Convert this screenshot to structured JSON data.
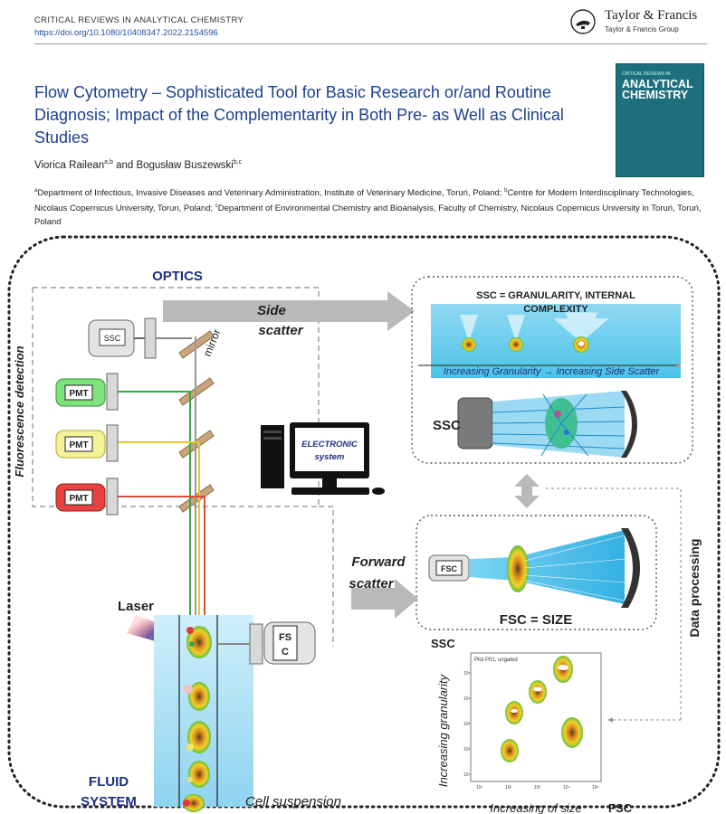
{
  "header": {
    "journal": "CRITICAL REVIEWS IN ANALYTICAL CHEMISTRY",
    "doi": "https://doi.org/10.1080/10408347.2022.2154596",
    "publisher": "Taylor & Francis",
    "publisher_group": "Taylor & Francis Group",
    "logo_icon": "taylor-francis-lamp-icon"
  },
  "paper": {
    "title": "Flow Cytometry – Sophisticated Tool for Basic Research or/and Routine Diagnosis; Impact of the Complementarity in Both Pre- as Well as Clinical Studies",
    "authors_text": "Viorica Railean",
    "author1_sup": "a,b",
    "authors_and": " and Bogusław Buszewski",
    "author2_sup": "b,c",
    "affiliation_a": "Department of Infectious, Invasive Diseases and Veterinary Administration, Institute of Veterinary Medicine, Toruń, Poland; ",
    "affiliation_b": "Centre for Modern Interdisciplinary Technologies, Nicolaus Copernicus University, Torun, Poland; ",
    "affiliation_c": "Department of Environmental Chemistry and Bioanalysis, Faculty of Chemistry, Nicolaus Copernicus University in Toruń, Toruń, Poland",
    "sup_a": "a",
    "sup_b": "b",
    "sup_c": "c"
  },
  "cover": {
    "top": "CRITICAL REVIEWS IN",
    "main_line1": "ANALYTICAL",
    "main_line2": "CHEMISTRY"
  },
  "figure": {
    "optics": "OPTICS",
    "side_scatter_1": "Side",
    "side_scatter_2": "scatter",
    "mirror": "mirror",
    "fluorescence_detection": "Fluorescence detection",
    "ssc_box": "SSC",
    "pmt1": "PMT",
    "pmt2": "PMT",
    "pmt3": "PMT",
    "electronic_1": "ELECTRONIC",
    "electronic_2": "system",
    "ssc_granularity_1": "SSC = GRANULARITY, INTERNAL",
    "ssc_granularity_2": "COMPLEXITY",
    "increasing_granularity": "Increasing Granularity → Increasing Side Scatter",
    "ssc_label": "SSC",
    "forward_scatter_1": "Forward",
    "forward_scatter_2": "scatter",
    "fsc_box": "FSC",
    "fsc_size": "FSC = SIZE",
    "data_processing": "Data processing",
    "laser": "Laser",
    "fsc_detector_1": "FS",
    "fsc_detector_2": "C",
    "fluid_1": "FLUID",
    "fluid_2": "SYSTEM",
    "cell_suspension": "Cell suspension",
    "plot_axis_ssc": "SSC",
    "plot_title": "Plot P01, ungated",
    "plot_ylabel": "Increasing granularity",
    "plot_xlabel": "Increasing of size",
    "plot_axis_fsc": "FSC",
    "tick_x": [
      "10¹",
      "10²",
      "10³",
      "10⁴",
      "10⁵"
    ],
    "tick_y": [
      "10¹",
      "10²",
      "10³",
      "10⁴",
      "10⁵"
    ]
  }
}
